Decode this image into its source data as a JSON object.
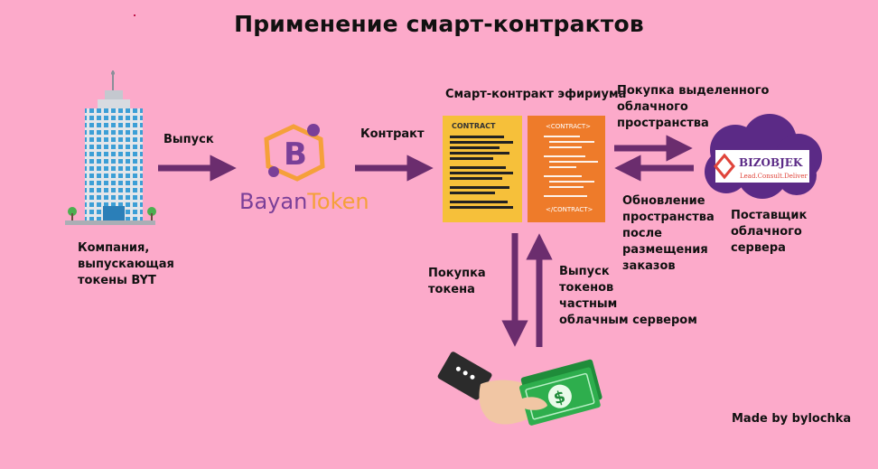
{
  "title": "Применение смарт-контрактов",
  "company": {
    "caption": [
      "Компания,",
      "выпускающая",
      "токены BYT"
    ]
  },
  "token": {
    "brand_left": "Bayan",
    "brand_right": "Token",
    "logo_letter": "B"
  },
  "contract": {
    "heading": "Смарт-контракт эфириума",
    "doc_title": "CONTRACT",
    "code_open": "<CONTRACT>",
    "code_close": "</CONTRACT>"
  },
  "provider": {
    "brand": "BIZOBJEK",
    "tagline": "Lead.Consult.Deliver",
    "caption": [
      "Поставщик",
      "облачного",
      "сервера"
    ]
  },
  "arrows": {
    "issue": "Выпуск",
    "contract": "Контракт",
    "purchase_space": [
      "Покупка выделенного",
      "облачного",
      "пространства"
    ],
    "update_space": [
      "Обновление",
      "пространства",
      "после",
      "размещения",
      "заказов"
    ],
    "buy_token": [
      "Покупка",
      "токена"
    ],
    "issue_tokens": [
      "Выпуск",
      "токенов",
      "частным",
      "облачным сервером"
    ]
  },
  "money": {
    "symbol": "$"
  },
  "credit": "Made by bylochka",
  "colors": {
    "background": "#fcaaca",
    "arrow": "#6b2d6e",
    "token_orange": "#f5a03a",
    "token_purple": "#7a3f98",
    "doc_yellow": "#f6c03a",
    "doc_orange": "#ee7b2a",
    "cloud_purple": "#5b2a86",
    "money_green": "#2eae4d"
  }
}
